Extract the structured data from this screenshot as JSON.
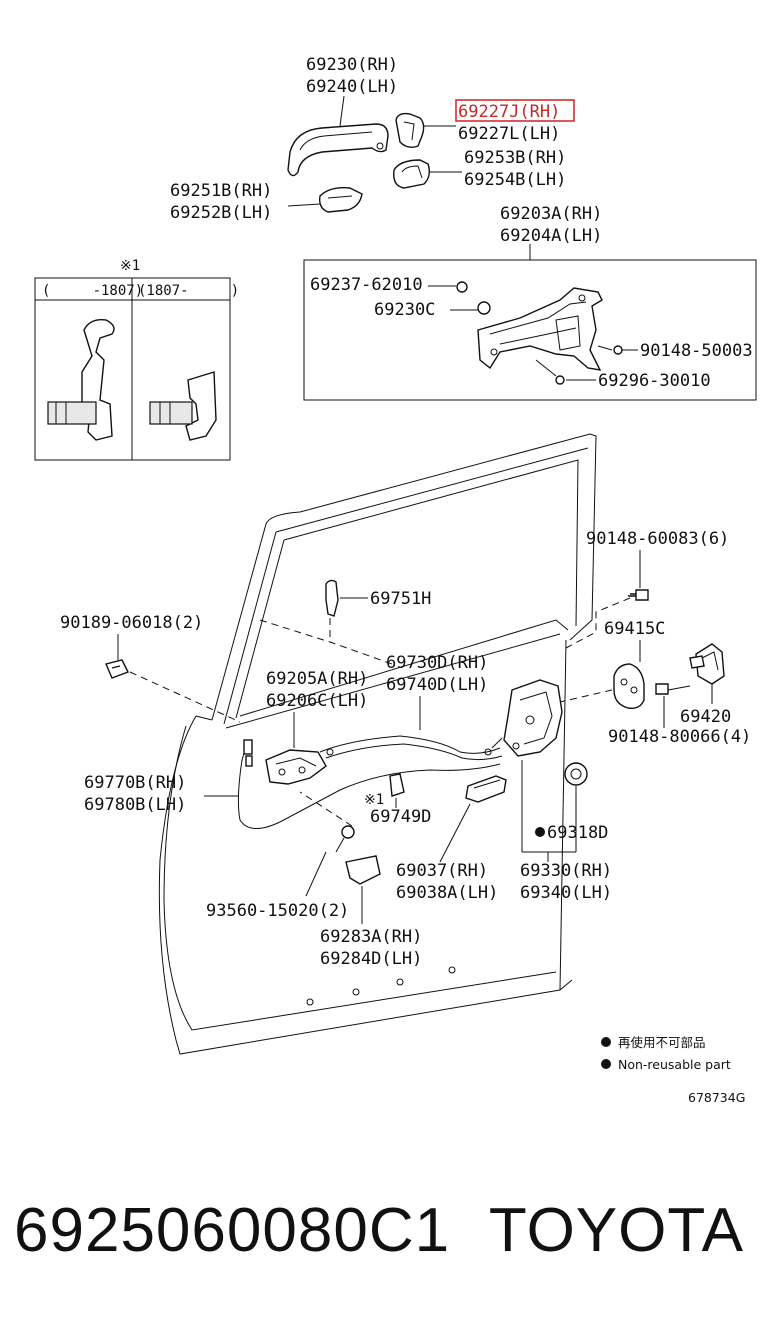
{
  "labels": {
    "handle_rh": "69230(RH)",
    "handle_lh": "69240(LH)",
    "cap_rh": "69227J(RH)",
    "cap_lh": "69227L(LH)",
    "pad_rh": "69253B(RH)",
    "pad_lh": "69254B(LH)",
    "pad2_rh": "69251B(RH)",
    "pad2_lh": "69252B(LH)",
    "frame_rh": "69203A(RH)",
    "frame_lh": "69204A(LH)",
    "screw1": "69237-62010",
    "frame_c": "69230C",
    "bolt1": "90148-50003",
    "bolt2": "69296-30010",
    "screw_top": "90148-60083(6)",
    "clip": "69751H",
    "nut": "90189-06018(2)",
    "striker_plate": "69415C",
    "rod_rh": "69730D(RH)",
    "rod_lh": "69740D(LH)",
    "lock_rh": "69205A(RH)",
    "lock_lh": "69206C(LH)",
    "striker": "69420",
    "bolt3": "90148-80066(4)",
    "cable_rh": "69770B(RH)",
    "cable_lh": "69780B(LH)",
    "clip2": "69749D",
    "seal": "69318D",
    "cover_rh": "69037(RH)",
    "cover_lh": "69038A(LH)",
    "latch_rh": "69330(RH)",
    "latch_lh": "69340(LH)",
    "bolt4": "93560-15020(2)",
    "guard_rh": "69283A(RH)",
    "guard_lh": "69284D(LH)"
  },
  "inset": {
    "mark": "※1",
    "col1": "(     -1807)",
    "col2": "(1807-     )"
  },
  "note_mark": "※1",
  "legend": {
    "jp": "再使用不可部品",
    "en": "Non-reusable part"
  },
  "diagram_code": "678734G",
  "footer": {
    "part_number": "6925060080C1",
    "brand": "TOYOTA"
  },
  "colors": {
    "highlight": "#d32f2f",
    "ink": "#111111"
  }
}
